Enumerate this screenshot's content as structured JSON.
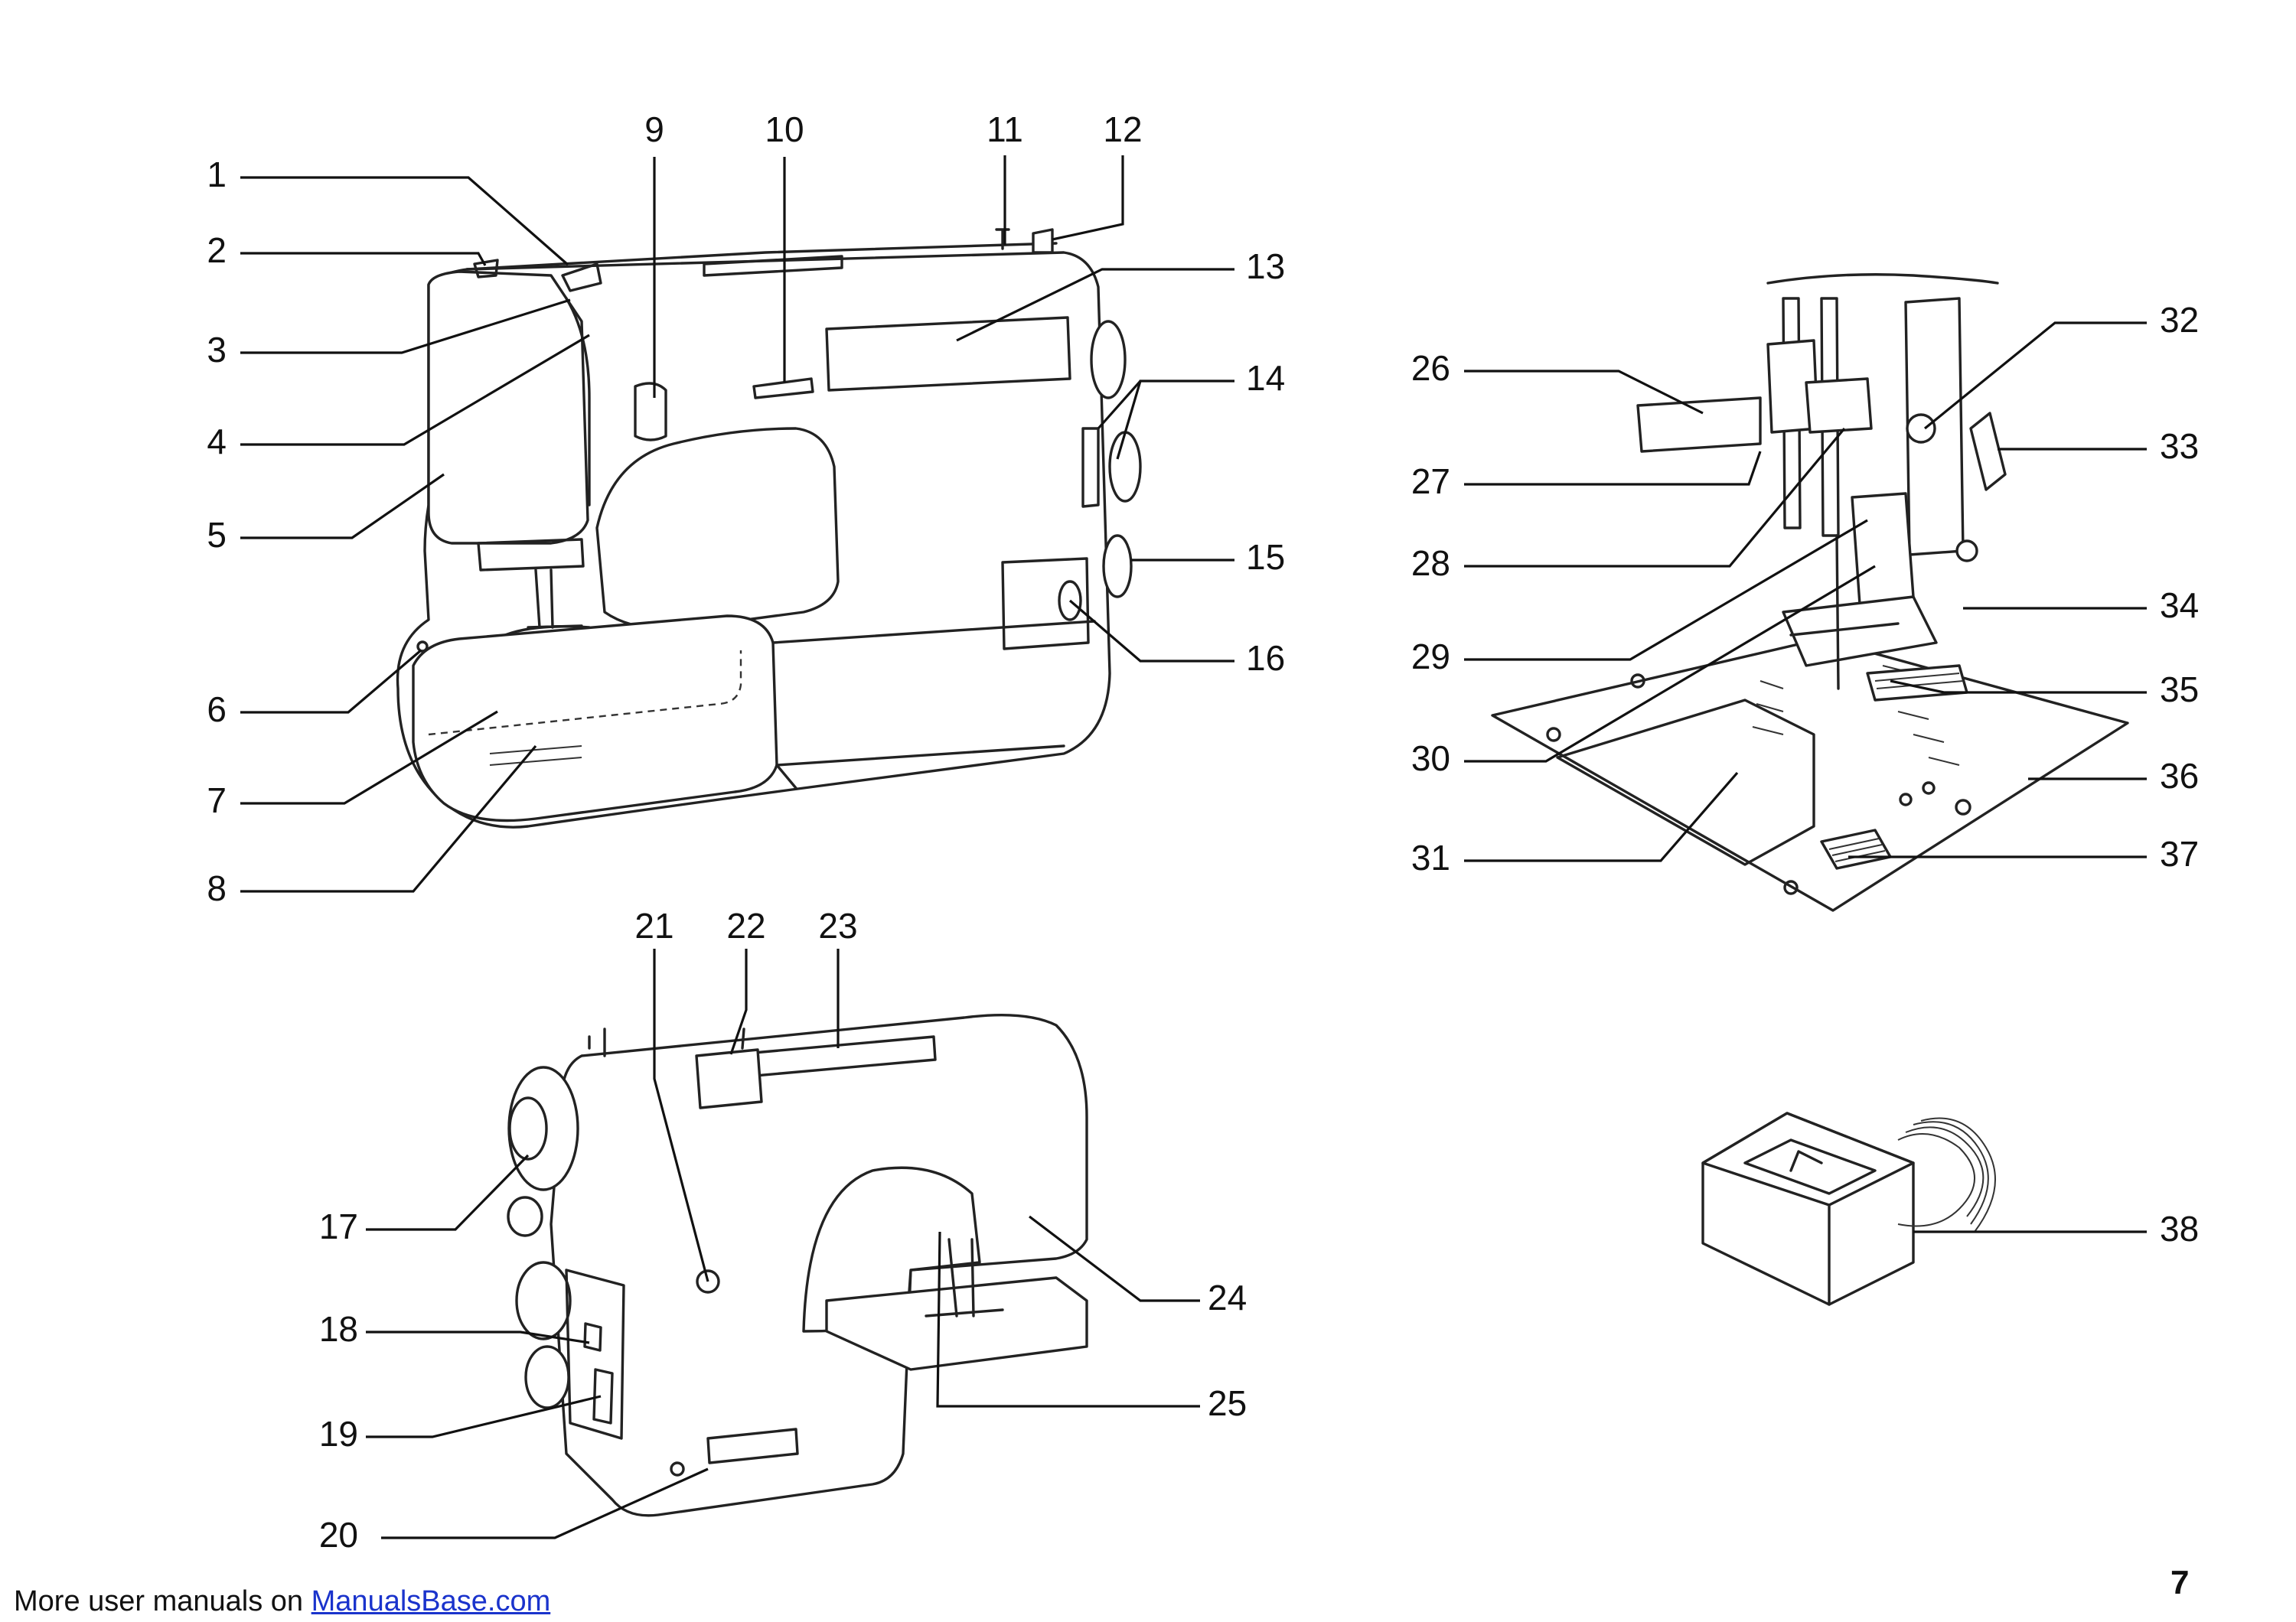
{
  "callouts": [
    "1",
    "2",
    "3",
    "4",
    "5",
    "6",
    "7",
    "8",
    "9",
    "10",
    "11",
    "12",
    "13",
    "14",
    "15",
    "16",
    "17",
    "18",
    "19",
    "20",
    "21",
    "22",
    "23",
    "24",
    "25",
    "26",
    "27",
    "28",
    "29",
    "30",
    "31",
    "32",
    "33",
    "34",
    "35",
    "36",
    "37",
    "38"
  ],
  "footer": {
    "prefix": "More user manuals on ",
    "link": "ManualsBase.com"
  },
  "page_number": "7"
}
